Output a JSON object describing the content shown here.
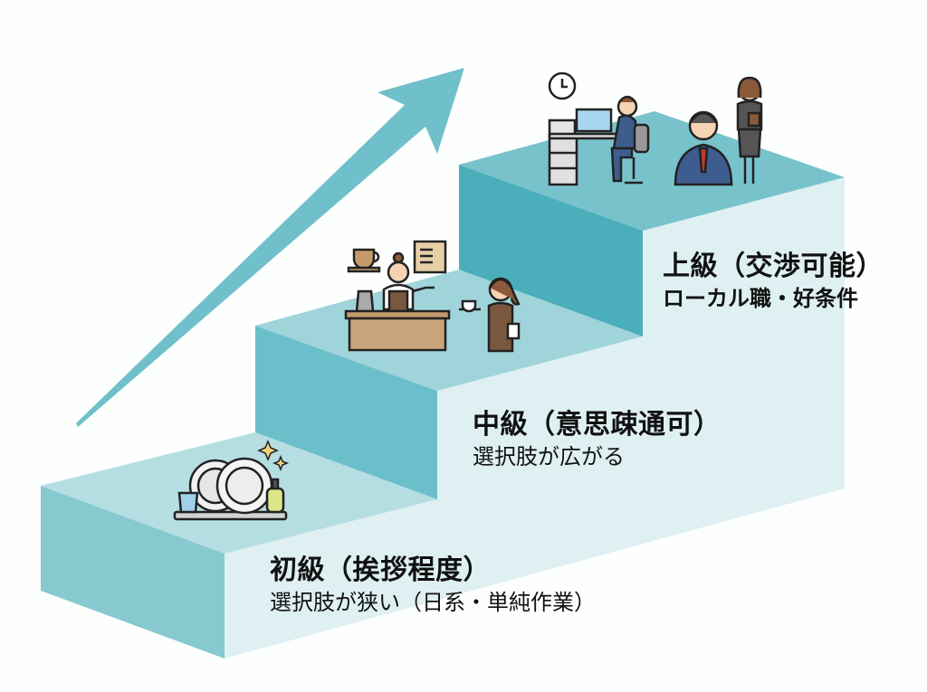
{
  "diagram": {
    "type": "staircase-progression",
    "palette": {
      "front_face": "#dff0f2",
      "low_side": "#86c9cf",
      "low_top": "#b5dee2",
      "mid_side": "#6bbfca",
      "mid_top": "#9fd4da",
      "top_side": "#4aaebb",
      "top_top": "#78c2cb",
      "arrow": "#6fc0ca"
    },
    "arrow": {
      "direction": "up-right",
      "meaning": "growth"
    },
    "steps": [
      {
        "level": "low",
        "title": "初級（挨拶程度）",
        "subtitle": "選択肢が狭い（日系・単純作業）",
        "icon": "dish-rack-icon"
      },
      {
        "level": "mid",
        "title": "中級（意思疎通可）",
        "subtitle": "選択肢が広がる",
        "icon": "cafe-staff-icon"
      },
      {
        "level": "top",
        "title": "上級（交渉可能）",
        "subtitle": "ローカル職・好条件",
        "icon": "office-workers-icon"
      }
    ]
  }
}
